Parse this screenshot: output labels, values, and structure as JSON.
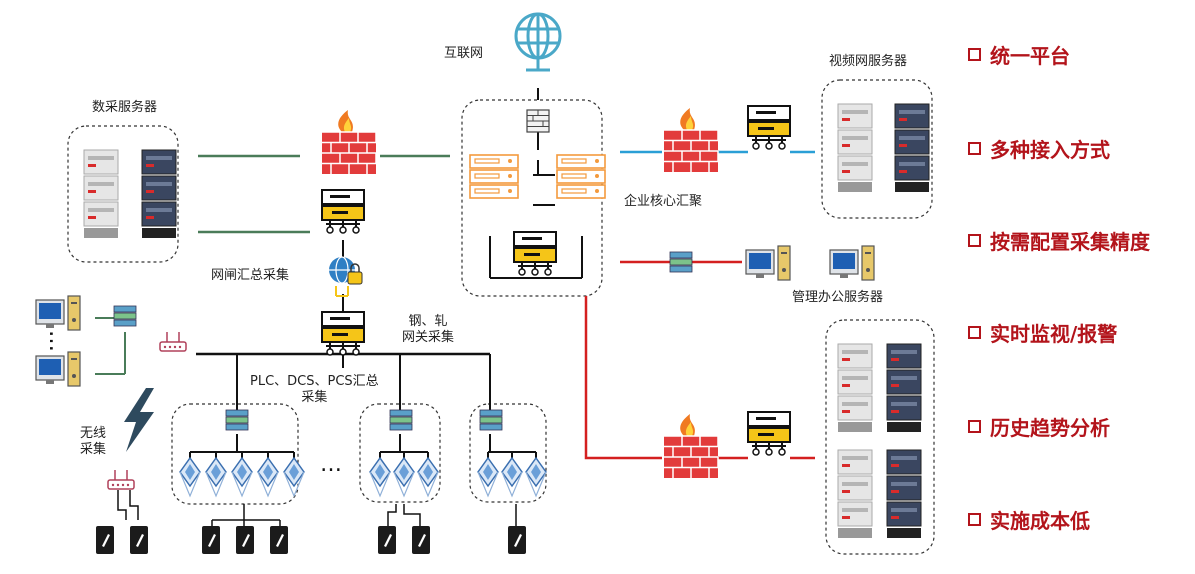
{
  "labels": {
    "internet": "互联网",
    "data_server": "数采服务器",
    "gateway_collect": "网闸汇总采集",
    "core_switch": "企业核心汇聚",
    "video_server": "视频网服务器",
    "office_server": "管理办公服务器",
    "steel_gateway": "钢、轧\n网关采集",
    "plc_collect": "PLC、DCS、PCS汇总\n采集",
    "wireless": "无线\n采集"
  },
  "features": [
    "统一平台",
    "多种接入方式",
    "按需配置采集精度",
    "实时监视/报警",
    "历史趋势分析",
    "实施成本低"
  ],
  "colors": {
    "green_link": "#4a7c59",
    "red_link": "#d42020",
    "blue_link": "#2a9fd6",
    "feature_red": "#b3141b",
    "firewall": "#e23b3b",
    "orange_server": "#f39a3d"
  }
}
